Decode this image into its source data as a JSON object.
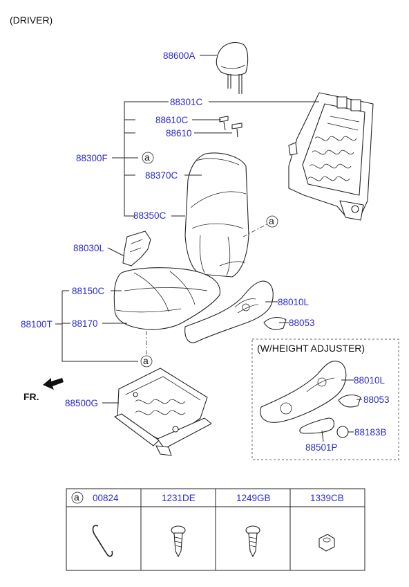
{
  "header": {
    "title": "(DRIVER)"
  },
  "labels": {
    "p88600A": "88600A",
    "p88301C": "88301C",
    "p88610C": "88610C",
    "p88610": "88610",
    "p88300F": "88300F",
    "p88370C": "88370C",
    "p88350C": "88350C",
    "p88030L": "88030L",
    "p88150C": "88150C",
    "p88100T": "88100T",
    "p88170": "88170",
    "p88010L": "88010L",
    "p88053": "88053",
    "p88500G": "88500G",
    "h88010L": "88010L",
    "h88053": "88053",
    "h88183B": "88183B",
    "h88501P": "88501P"
  },
  "callout": "a",
  "front_marker": "FR.",
  "height_adjuster_box": {
    "title": "(W/HEIGHT ADJUSTER)"
  },
  "parts_table": {
    "ref_letter": "a",
    "columns": [
      "00824",
      "1231DE",
      "1249GB",
      "1339CB"
    ],
    "icons": [
      "wire-clip-icon",
      "screw-icon",
      "bolt-icon",
      "nut-icon"
    ]
  },
  "colors": {
    "part_number": "#2a2ad4",
    "line": "#222222"
  }
}
